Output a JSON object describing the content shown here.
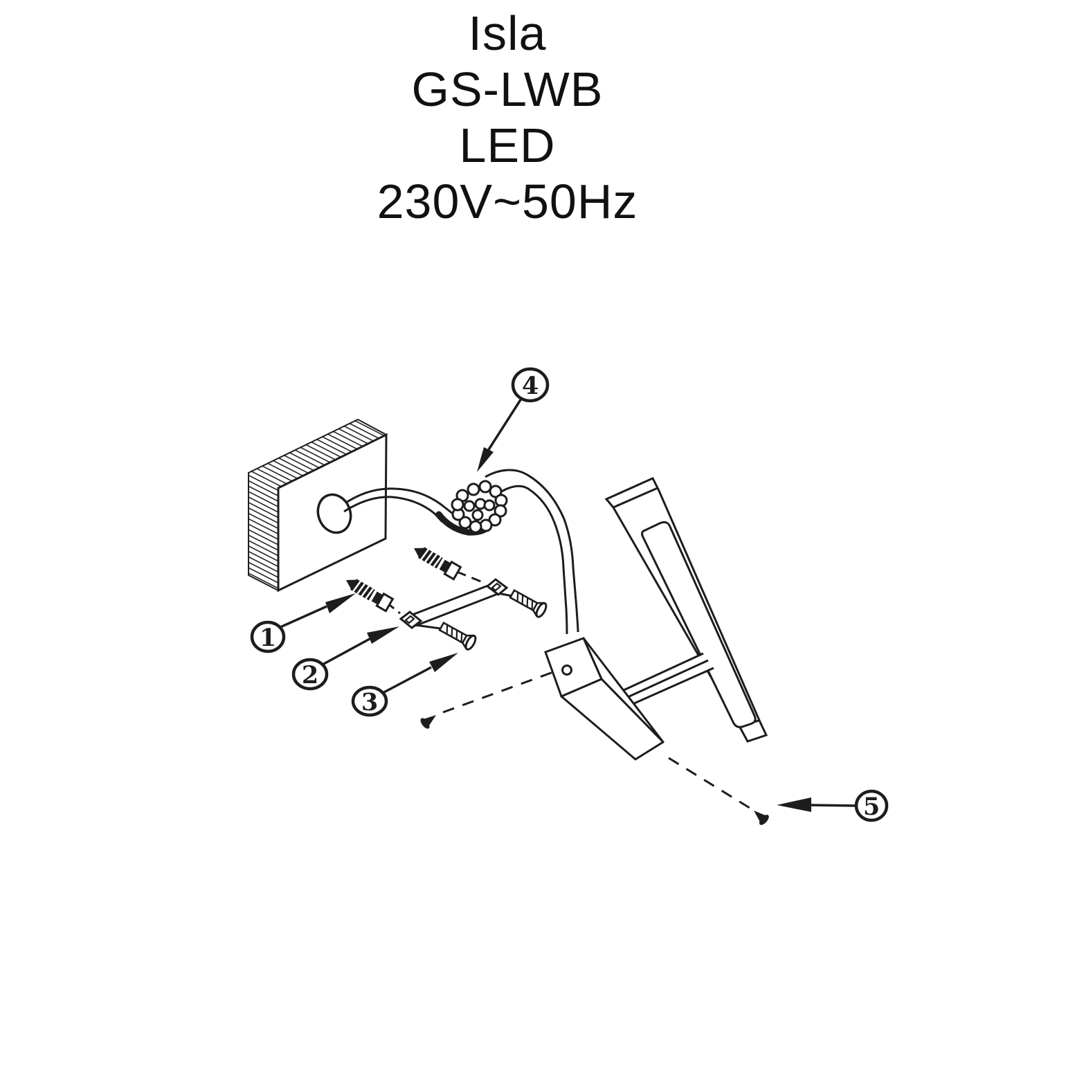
{
  "title": {
    "lines": [
      "Isla",
      "GS-LWB",
      "LED",
      "230V~50Hz"
    ]
  },
  "colors": {
    "ink": "#1d1d1d",
    "background": "#ffffff"
  },
  "callouts": [
    {
      "number": "1"
    },
    {
      "number": "2"
    },
    {
      "number": "3"
    },
    {
      "number": "4"
    },
    {
      "number": "5"
    }
  ]
}
